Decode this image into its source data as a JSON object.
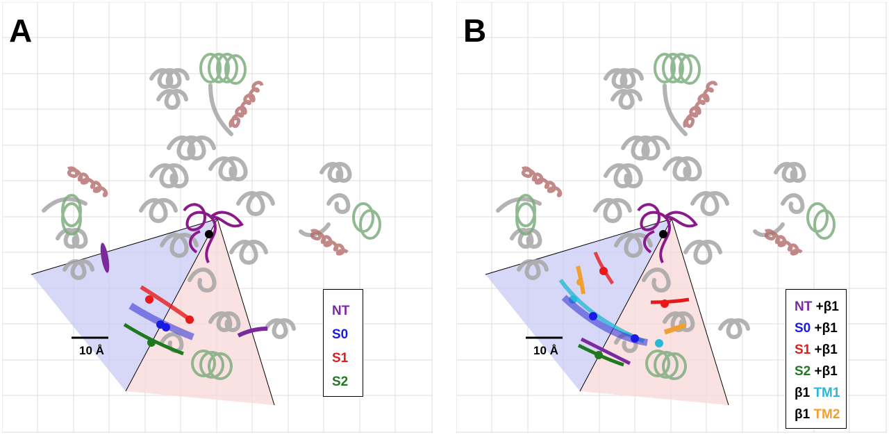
{
  "panels": [
    {
      "letter": "A",
      "scale_bar": "10 Å",
      "legend": [
        {
          "label": "NT",
          "color": "#7B2A9E"
        },
        {
          "label": "S0",
          "color": "#1a1ae6"
        },
        {
          "label": "S1",
          "color": "#e61a1a"
        },
        {
          "label": "S2",
          "color": "#1f7a1f"
        }
      ]
    },
    {
      "letter": "B",
      "scale_bar": "10 Å",
      "legend": [
        {
          "label": "NT",
          "suffix": "+β1",
          "color": "#7B2A9E",
          "suffix_color": "#000000"
        },
        {
          "label": "S0",
          "suffix": "+β1",
          "color": "#1a1ae6",
          "suffix_color": "#000000"
        },
        {
          "label": "S1",
          "suffix": "+β1",
          "color": "#e61a1a",
          "suffix_color": "#000000"
        },
        {
          "label": "S2",
          "suffix": "+β1",
          "color": "#1f7a1f",
          "suffix_color": "#000000"
        },
        {
          "label": "β1",
          "suffix": "TM1",
          "color": "#000000",
          "suffix_color": "#2bb8d6"
        },
        {
          "label": "β1",
          "suffix": "TM2",
          "color": "#000000",
          "suffix_color": "#f0a030"
        }
      ]
    }
  ],
  "colors": {
    "protein_gray": "#a6a6a6",
    "helix_red": "#b36b6b",
    "helix_green": "#7fae7f",
    "wedge_blue": "#c9cbf5",
    "wedge_pink": "#f8d8d8",
    "grid": "#d9d9d9"
  }
}
